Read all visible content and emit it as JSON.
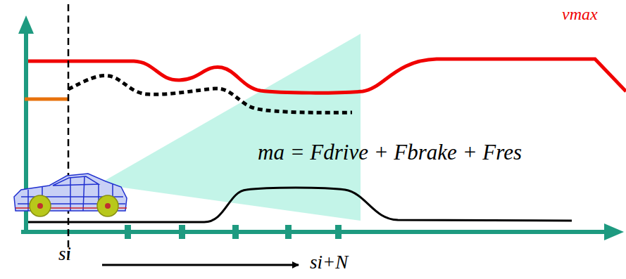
{
  "diagram": {
    "labels": [
      "vmax",
      "ma = Fdrive + Fbrake + Fres",
      "si",
      "si+N"
    ]
  }
}
